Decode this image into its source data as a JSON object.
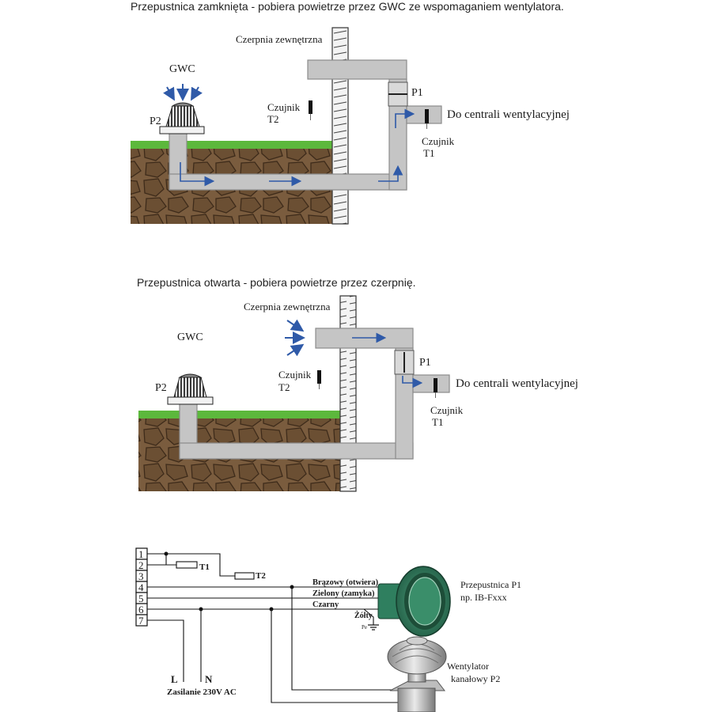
{
  "diagram1": {
    "caption": "Przepustnica zamknięta - pobiera powietrze przez GWC ze wspomaganiem wentylatora.",
    "czerpnia_label": "Czerpnia zewnętrzna",
    "gwc_label": "GWC",
    "p2_label": "P2",
    "p1_label": "P1",
    "sensor_t2_line1": "Czujnik",
    "sensor_t2_line2": "T2",
    "sensor_t1_line1": "Czujnik",
    "sensor_t1_line2": "T1",
    "centrala_label": "Do centrali wentylacyjnej"
  },
  "diagram2": {
    "caption": "Przepustnica otwarta - pobiera powietrze przez czerpnię.",
    "czerpnia_label": "Czerpnia zewnętrzna",
    "gwc_label": "GWC",
    "p2_label": "P2",
    "p1_label": "P1",
    "sensor_t2_line1": "Czujnik",
    "sensor_t2_line2": "T2",
    "sensor_t1_line1": "Czujnik",
    "sensor_t1_line2": "T1",
    "centrala_label": "Do centrali wentylacyjnej"
  },
  "wiring": {
    "terminals": [
      "1",
      "2",
      "3",
      "4",
      "5",
      "6",
      "7"
    ],
    "sensor_t1": "T1",
    "sensor_t2": "T2",
    "wire_brown": "Brązowy (otwiera)",
    "wire_green": "Zielony (zamyka)",
    "wire_black": "Czarny",
    "wire_yellow": "Żółty",
    "pe_label": "Pe",
    "l_label": "L",
    "n_label": "N",
    "power_label": "Zasilanie 230V AC",
    "damper_title": "Przepustnica P1",
    "damper_model": "np. IB-Fxxx",
    "fan_title": "Wentylator",
    "fan_subtitle": "kanałowy P2"
  },
  "colors": {
    "duct": "#c5c5c5",
    "duct_stroke": "#8c8c8c",
    "soil": "#7a5c3e",
    "grass": "#5cb83c",
    "arrow": "#2f5aa8",
    "damper_green": "#2f7f5f"
  }
}
